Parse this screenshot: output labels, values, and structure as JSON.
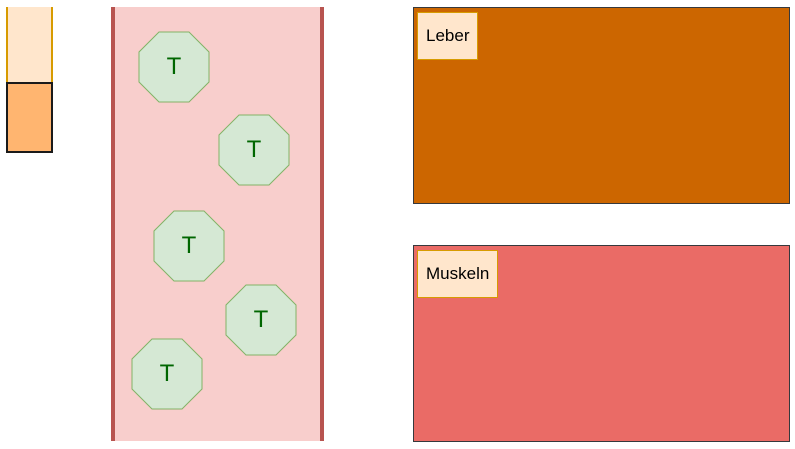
{
  "legend": {
    "top_fill": "#ffe6cc",
    "bottom_fill": "#ffb570"
  },
  "vessel": {
    "fill": "#f8cecc",
    "wall_color": "#b85450",
    "molecules": [
      {
        "label": "T"
      },
      {
        "label": "T"
      },
      {
        "label": "T"
      },
      {
        "label": "T"
      },
      {
        "label": "T"
      }
    ],
    "molecule_fill": "#d5e8d4",
    "molecule_stroke": "#82b366",
    "molecule_text_color": "#006600"
  },
  "organs": {
    "leber": {
      "label": "Leber",
      "fill": "#cc6600"
    },
    "muskeln": {
      "label": "Muskeln",
      "fill": "#ea6b66"
    }
  }
}
